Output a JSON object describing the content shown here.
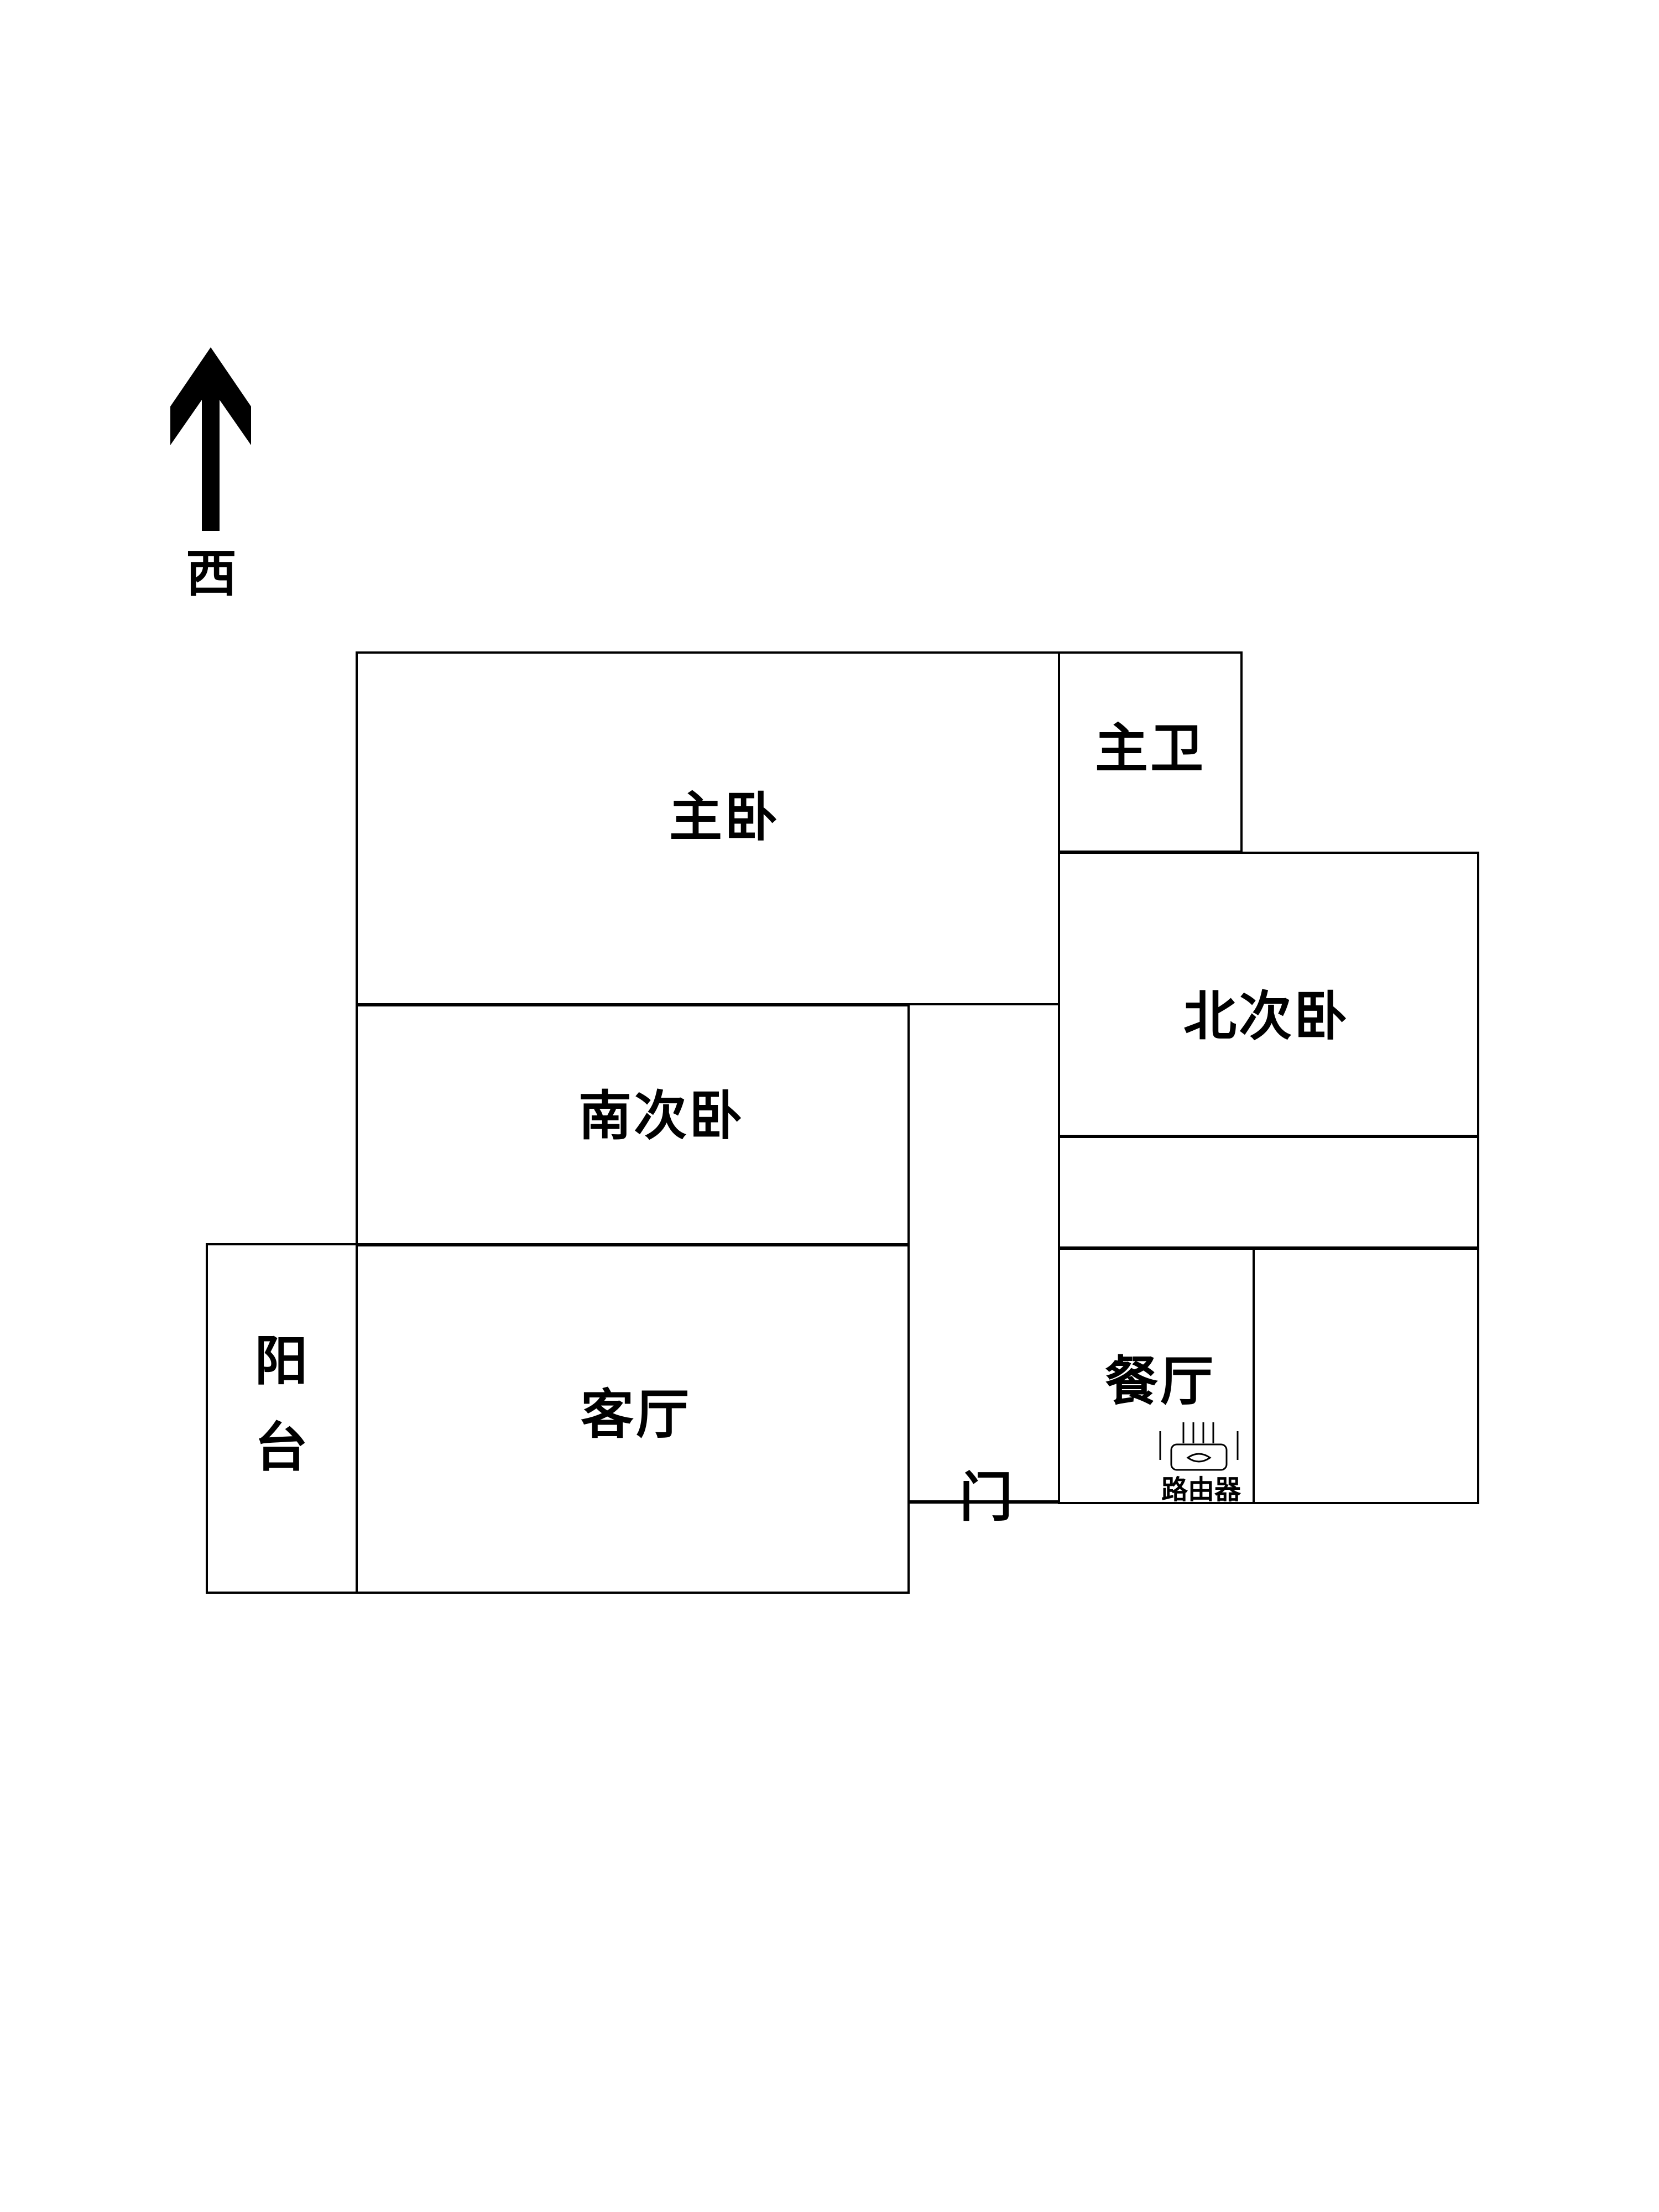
{
  "compass": {
    "direction_label": "西",
    "arrow_icon": "up-arrow-icon"
  },
  "rooms": {
    "master_bedroom": "主卧",
    "master_bath": "主卫",
    "north_second_bedroom": "北次卧",
    "south_second_bedroom": "南次卧",
    "living_room": "客厅",
    "balcony": "阳台",
    "dining_room": "餐厅"
  },
  "fixtures": {
    "door_label": "门",
    "router_label": "路由器",
    "router_icon": "router-icon"
  },
  "colors": {
    "line": "#000000",
    "background": "#ffffff"
  }
}
